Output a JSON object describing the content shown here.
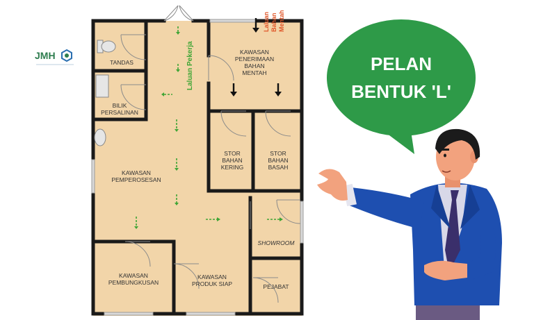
{
  "logo": {
    "text": "JMH"
  },
  "bubble": {
    "line1": "PELAN",
    "line2": "BENTUK 'L'"
  },
  "route_label": "Laluan Pekerja",
  "raw_material_route": [
    "Laluan",
    "Bahan",
    "Mentah"
  ],
  "rooms": {
    "tandas": [
      "TANDAS"
    ],
    "bilik_persalinan": [
      "BILIK",
      "PERSALINAN"
    ],
    "penerimaan": [
      "KAWASAN",
      "PENERIMAAN",
      "BAHAN",
      "MENTAH"
    ],
    "pemprosesan": [
      "KAWASAN",
      "PEMPEROSESAN"
    ],
    "stor_kering": [
      "STOR",
      "BAHAN",
      "KERING"
    ],
    "stor_basah": [
      "STOR",
      "BAHAN",
      "BASAH"
    ],
    "showroom": [
      "SHOWROOM"
    ],
    "pembungkusan": [
      "KAWASAN",
      "PEMBUNGKUSAN"
    ],
    "produk_siap": [
      "KAWASAN",
      "PRODUK SIAP"
    ],
    "pejabat": [
      "PEJABAT"
    ]
  },
  "colors": {
    "floor": "#f2d5a9",
    "wall": "#1a1a1a",
    "route_arrow": "#3fa535",
    "bubble": "#2e9a48",
    "raw_route_text": "#e0572a",
    "suit": "#1e4fb0",
    "tie": "#3a2f6b",
    "skin": "#f2a27e",
    "hair": "#1b1b1b"
  }
}
